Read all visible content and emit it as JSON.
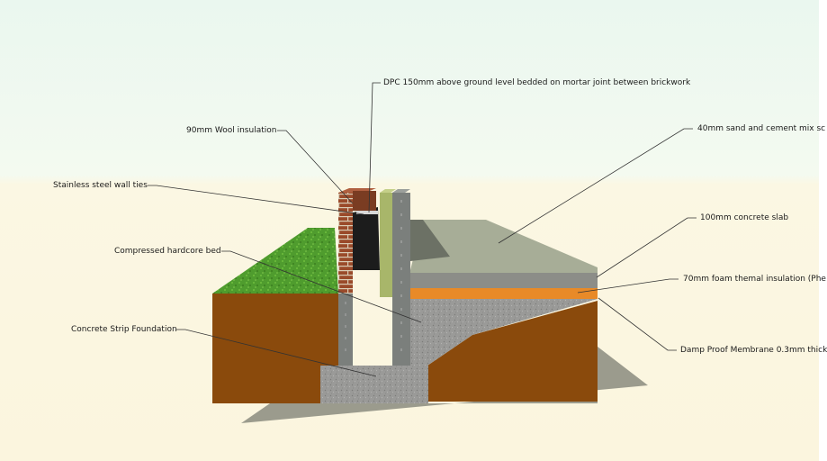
{
  "colors": {
    "sky_top": "#eaf7ef",
    "ground_light": "#fbf6df",
    "grass": "#4e9a2d",
    "soil": "#8a4a0c",
    "brick": "#9a4a2a",
    "wool_insulation": "#a8b66a",
    "blockwork": "#7b7f7c",
    "hardcore": "#9c9c9a",
    "foundation": "#808080",
    "screed": "#a8ae98",
    "concrete_slab": "#8c8d88",
    "foam_insulation": "#e98a28",
    "shadow": "#9a9a8c"
  },
  "labels": {
    "dpc": "DPC 150mm above ground level bedded on mortar joint between brickwork",
    "wool": "90mm Wool insulation",
    "ties": "Stainless steel wall ties",
    "hardcore": "Compressed hardcore bed",
    "foundation": "Concrete Strip Foundation",
    "screed": "40mm sand and cement mix sc",
    "slab": "100mm concrete slab",
    "foam": "70mm foam themal insulation (Phe",
    "membrane": "Damp Proof Membrane 0.3mm thick"
  }
}
